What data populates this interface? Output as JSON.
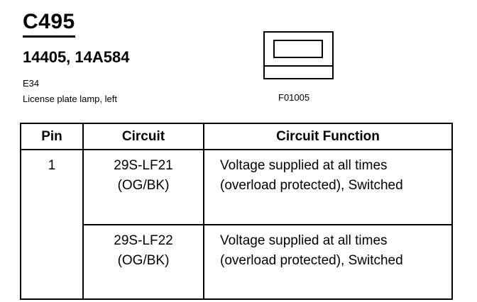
{
  "header": {
    "connector_id": "C495",
    "part_numbers": "14405, 14A584",
    "location_code": "E34",
    "description": "License plate lamp, left"
  },
  "figure": {
    "code": "F01005",
    "icon": "connector-face-icon"
  },
  "table": {
    "columns": [
      "Pin",
      "Circuit",
      "Circuit Function"
    ],
    "pin": "1",
    "rows": [
      {
        "circuit_line1": "29S-LF21",
        "circuit_line2": "(OG/BK)",
        "function_line1": "Voltage supplied at all times",
        "function_line2": "(overload protected), Switched"
      },
      {
        "circuit_line1": "29S-LF22",
        "circuit_line2": "(OG/BK)",
        "function_line1": "Voltage supplied at all times",
        "function_line2": "(overload protected), Switched"
      }
    ]
  }
}
